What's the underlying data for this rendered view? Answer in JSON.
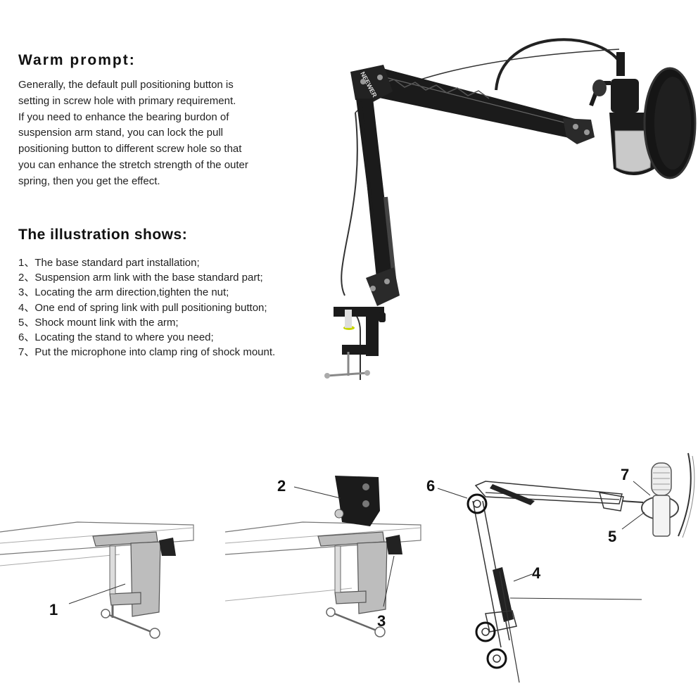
{
  "warm_prompt": {
    "heading": "Warm prompt:",
    "lines": [
      "Generally, the default pull positioning  button is",
      "setting in screw hole with primary requirement.",
      "If you need to enhance the bearing burdon of",
      "suspension arm stand, you can lock the pull",
      "positioning button to different screw hole so that",
      "you can enhance the stretch strength of the outer",
      "spring, then you get the effect."
    ]
  },
  "illustration": {
    "heading": "The illustration shows:",
    "steps": [
      "1、The base standard part installation;",
      "2、Suspension arm link with the base standard part;",
      "3、Locating the arm direction,tighten the nut;",
      "4、One end of spring link with pull positioning button;",
      "5、Shock mount link with the arm;",
      "6、Locating the stand to where you need;",
      "7、Put the microphone into clamp ring of shock mount."
    ]
  },
  "product_brand": "NEEWER",
  "callouts": [
    "1",
    "2",
    "3",
    "4",
    "5",
    "6",
    "7"
  ],
  "colors": {
    "stand_black": "#1b1b1b",
    "clamp_gray": "#bdbdbd",
    "table_line": "#777777",
    "accent_green": "#c8d600"
  }
}
